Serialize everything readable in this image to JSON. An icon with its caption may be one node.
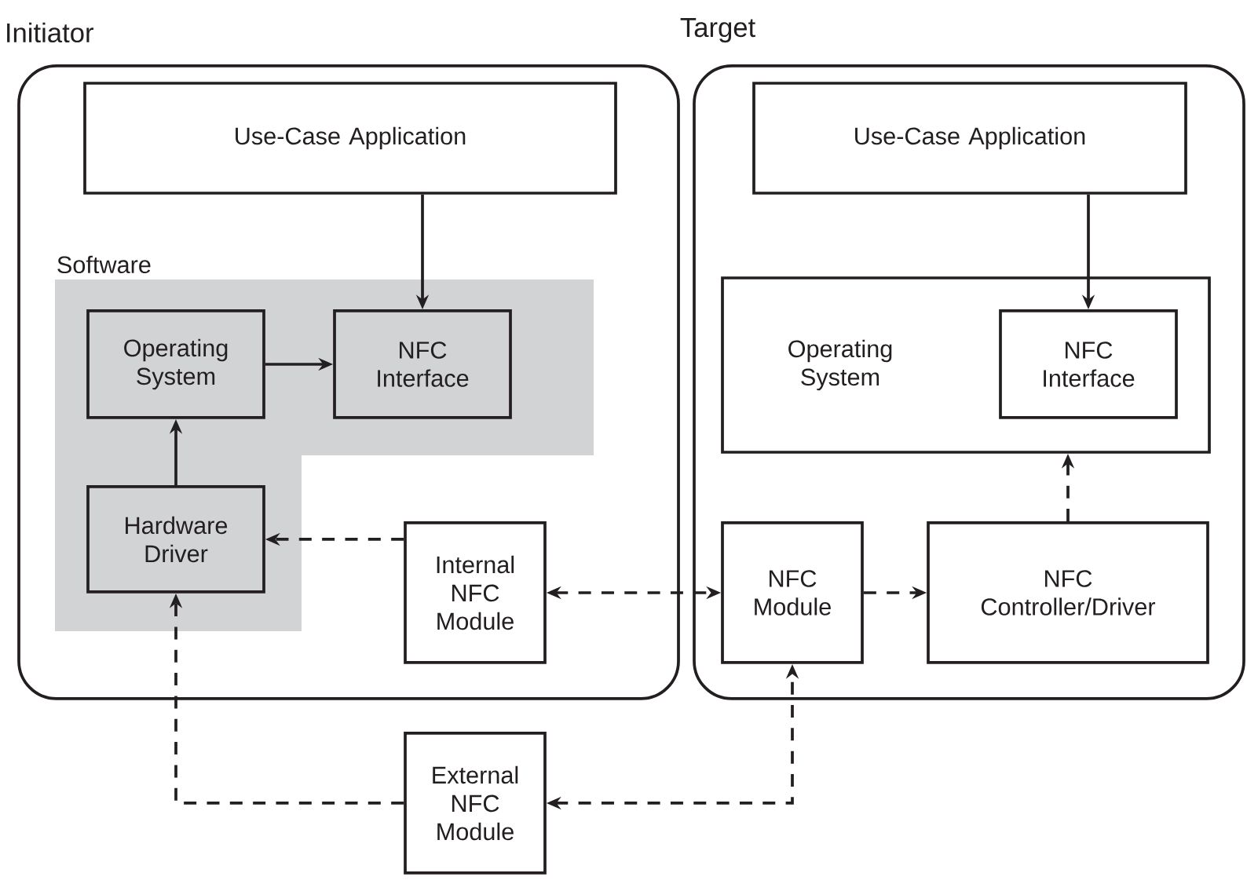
{
  "diagram": {
    "nodes": [
      {
        "text": [
          "Initiator"
        ]
      },
      {
        "text": [
          "Use-Case Application"
        ],
        "in": 0
      },
      {
        "text": [
          "Software"
        ],
        "in": 0
      },
      {
        "text": [
          "Operating System"
        ],
        "in": 2
      },
      {
        "text": [
          "NFC Interface"
        ],
        "in": 2
      },
      {
        "text": [
          "Hardware Driver"
        ],
        "in": 2
      },
      {
        "text": [
          "Internal NFC Module"
        ],
        "in": 0
      },
      {
        "text": [
          "Target"
        ]
      },
      {
        "text": [
          "Use-Case Application"
        ],
        "in": 7
      },
      {
        "text": [
          "Operating System"
        ],
        "in": 7
      },
      {
        "text": [
          "NFC Interface"
        ],
        "in": 9
      },
      {
        "text": [
          "NFC Module"
        ],
        "in": 7
      },
      {
        "text": [
          "NFC Controller/Driver"
        ],
        "in": 7
      },
      {
        "text": [
          "External NFC Module"
        ]
      }
    ],
    "edges": [
      {
        "from": 1,
        "to": 4,
        "arrow": "to"
      },
      {
        "from": 3,
        "to": 4,
        "arrow": "to"
      },
      {
        "from": 5,
        "to": 3,
        "arrow": "to"
      },
      {
        "from": 6,
        "to": 5,
        "arrow": "to",
        "style": "dashed"
      },
      {
        "from": 6,
        "to": 11,
        "arrow": "both",
        "style": "dashed"
      },
      {
        "from": 8,
        "to": 10,
        "arrow": "to"
      },
      {
        "from": 11,
        "to": 12,
        "arrow": "to",
        "style": "dashed"
      },
      {
        "from": 12,
        "to": 9,
        "arrow": "to",
        "style": "dashed"
      },
      {
        "from": 13,
        "to": 5,
        "arrow": "to",
        "style": "dashed"
      },
      {
        "from": 13,
        "to": 11,
        "arrow": "both",
        "style": "dashed"
      }
    ]
  }
}
